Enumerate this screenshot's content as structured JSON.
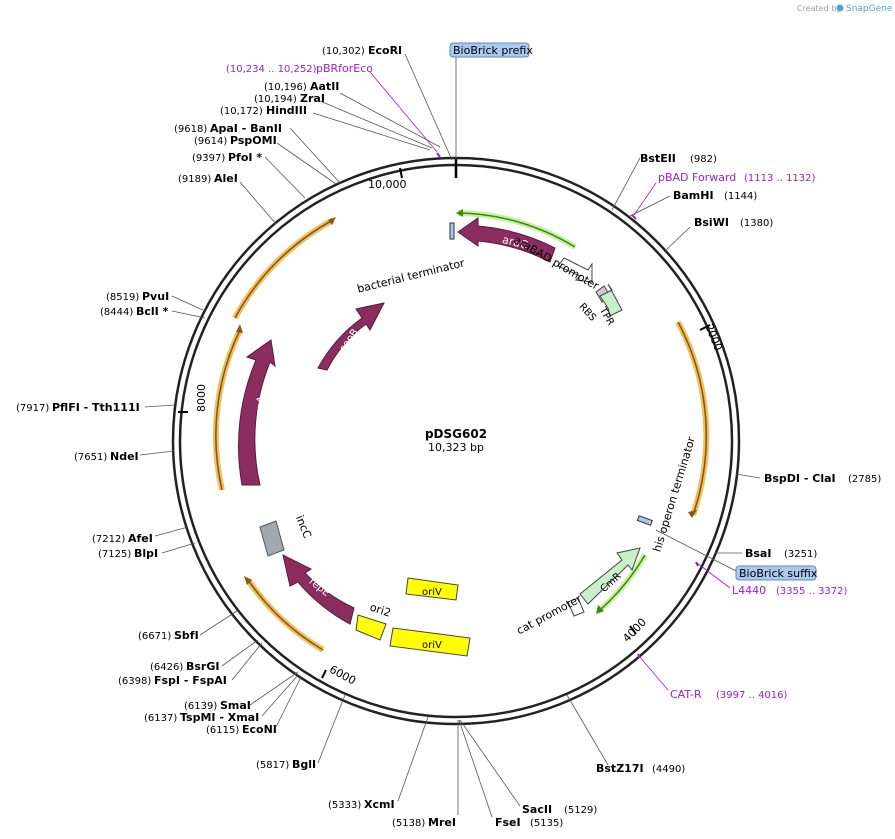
{
  "credit": {
    "prefix": "Created by",
    "brand": "SnapGene"
  },
  "plasmid": {
    "name": "pDSG602",
    "length_label": "10,323 bp"
  },
  "ticks": [
    "10,000",
    "2000",
    "4000",
    "6000",
    "8000"
  ],
  "enzymes": [
    {
      "name": "EcoRI",
      "pos": "(10,302)"
    },
    {
      "name": "AatII",
      "pos": "(10,196)"
    },
    {
      "name": "ZraI",
      "pos": "(10,194)"
    },
    {
      "name": "HindIII",
      "pos": "(10,172)"
    },
    {
      "name": "ApaI - BanII",
      "pos": "(9618)"
    },
    {
      "name": "PspOMI",
      "pos": "(9614)"
    },
    {
      "name": "PfoI *",
      "pos": "(9397)"
    },
    {
      "name": "AleI",
      "pos": "(9189)"
    },
    {
      "name": "PvuI",
      "pos": "(8519)"
    },
    {
      "name": "BclI *",
      "pos": "(8444)"
    },
    {
      "name": "PflFI - Tth111I",
      "pos": "(7917)"
    },
    {
      "name": "NdeI",
      "pos": "(7651)"
    },
    {
      "name": "AfeI",
      "pos": "(7212)"
    },
    {
      "name": "BlpI",
      "pos": "(7125)"
    },
    {
      "name": "SbfI",
      "pos": "(6671)"
    },
    {
      "name": "BsrGI",
      "pos": "(6426)"
    },
    {
      "name": "FspI - FspAI",
      "pos": "(6398)"
    },
    {
      "name": "SmaI",
      "pos": "(6139)"
    },
    {
      "name": "TspMI - XmaI",
      "pos": "(6137)"
    },
    {
      "name": "EcoNI",
      "pos": "(6115)"
    },
    {
      "name": "BglI",
      "pos": "(5817)"
    },
    {
      "name": "XcmI",
      "pos": "(5333)"
    },
    {
      "name": "MreI",
      "pos": "(5138)"
    },
    {
      "name": "FseI",
      "pos": "(5135)"
    },
    {
      "name": "SacII",
      "pos": "(5129)"
    },
    {
      "name": "BstZ17I",
      "pos": "(4490)"
    },
    {
      "name": "BstEII",
      "pos": "(982)"
    },
    {
      "name": "BamHI",
      "pos": "(1144)"
    },
    {
      "name": "BsiWI",
      "pos": "(1380)"
    },
    {
      "name": "BspDI - ClaI",
      "pos": "(2785)"
    },
    {
      "name": "BsaI",
      "pos": "(3251)"
    }
  ],
  "primers": [
    {
      "name": "pBRforEco",
      "range": "(10,234 .. 10,252)"
    },
    {
      "name": "pBAD Forward",
      "range": "(1113 .. 1132)"
    },
    {
      "name": "L4440",
      "range": "(3355 .. 3372)"
    },
    {
      "name": "CAT-R",
      "range": "(3997 .. 4016)"
    }
  ],
  "boxed": [
    "BioBrick prefix",
    "BioBrick suffix"
  ],
  "features": [
    "araC",
    "araBAD promoter",
    "RBS",
    "TPR",
    "bacterial terminator",
    "sopB",
    "sopA",
    "incC",
    "repE",
    "ori2",
    "oriV",
    "oriV",
    "CmR",
    "cat promoter",
    "his operon terminator"
  ],
  "colors": {
    "cds": "#8b2e5f",
    "orf": "#f0b040",
    "origin": "#ffff00",
    "promoter": "#ffffff",
    "marker": "#c0f0c0",
    "primer": "#a020c0",
    "biobrick": "#a8c8f0",
    "incC": "#a0a8b0"
  }
}
